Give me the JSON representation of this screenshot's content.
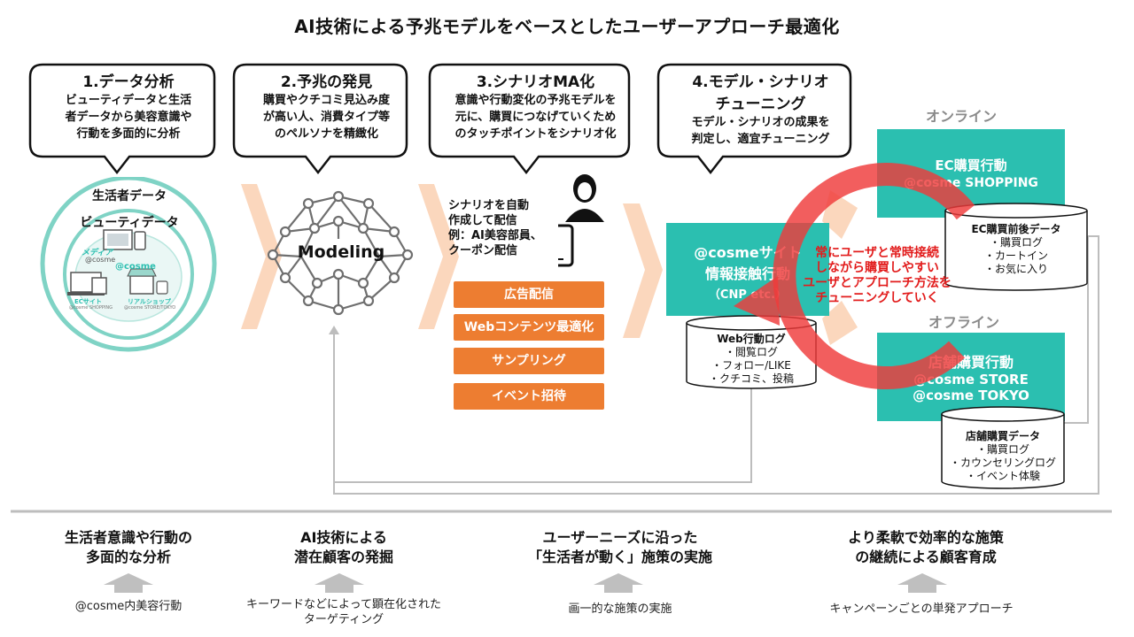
{
  "title": "AI技術による予兆モデルをベースとしたユーザーアプローチ最適化",
  "steps": [
    {
      "heading": "1.データ分析",
      "desc": [
        "ビューティデータと生活",
        "者データから美容意識や",
        "行動を多面的に分析"
      ]
    },
    {
      "heading": "2.予兆の発見",
      "desc": [
        "購買やクチコミ見込み度",
        "が高い人、消費タイプ等",
        "のペルソナを精緻化"
      ]
    },
    {
      "heading": "3.シナリオMA化",
      "desc": [
        "意識や行動変化の予兆モデルを",
        "元に、購買につなげていくため",
        "のタッチポイントをシナリオ化"
      ]
    },
    {
      "heading": "4.モデル・シナリオ",
      "heading2": "チューニング",
      "desc": [
        "モデル・シナリオの成果を",
        "判定し、適宜チューニング"
      ]
    }
  ],
  "data_circle": {
    "outer_label": "生活者データ",
    "inner_label": "ビューティデータ",
    "media_label": "メディア",
    "cosme_label1": "@cosme",
    "cosme_label2": "@cosme",
    "ec_label": "ECサイト",
    "ec_sub": "@cosme SHOPPING",
    "real_label": "リアルショップ",
    "real_sub": "@cosme STORE/TOKYO"
  },
  "modeling_label": "Modeling",
  "scenario": {
    "text": [
      "シナリオを自動",
      "作成して配信",
      "例：AI美容部員、",
      "クーポン配信"
    ],
    "buttons": [
      "広告配信",
      "Webコンテンツ最適化",
      "サンプリング",
      "イベント招待"
    ]
  },
  "online_label": "オンライン",
  "offline_label": "オフライン",
  "ec_box": {
    "title": "EC購買行動",
    "sub": "@cosme SHOPPING"
  },
  "site_box": {
    "title": "@cosmeサイト",
    "title2": "情報接触行動",
    "sub": "（CNP etc.）"
  },
  "store_box": {
    "title": "店舗購買行動",
    "sub1": "@cosme STORE",
    "sub2": "@cosme TOKYO"
  },
  "ec_db": {
    "title": "EC購買前後データ",
    "items": [
      "・購買ログ",
      "・カートイン",
      "・お気に入り"
    ]
  },
  "web_db": {
    "title": "Web行動ログ",
    "items": [
      "・閲覧ログ",
      "・フォロー/LIKE",
      "・クチコミ、投稿"
    ]
  },
  "store_db": {
    "title": "店舗購買データ",
    "items": [
      "・購買ログ",
      "・カウンセリングログ",
      "・イベント体験"
    ]
  },
  "center_message": [
    "常にユーザと常時接続",
    "しながら購買しやすい",
    "ユーザとアプローチ方法を",
    "チューニングしていく"
  ],
  "bottom": [
    {
      "heading": [
        "生活者意識や行動の",
        "多面的な分析"
      ],
      "before": [
        "@cosme内美容行動"
      ]
    },
    {
      "heading": [
        "AI技術による",
        "潜在顧客の発掘"
      ],
      "before": [
        "キーワードなどによって顕在化された",
        "ターゲティング"
      ]
    },
    {
      "heading": [
        "ユーザーニーズに沿った",
        "「生活者が動く」施策の実施"
      ],
      "before": [
        "画一的な施策の実施"
      ]
    },
    {
      "heading": [
        "より柔軟で効率的な施策",
        "の継続による顧客育成"
      ],
      "before": [
        "キャンペーンごとの単発アプローチ"
      ]
    }
  ],
  "colors": {
    "teal": "#2bbfb0",
    "orange": "#ed7d31",
    "peach": "#fbd7bd",
    "red": "#ef3b3b",
    "mint": "#7fd3c5"
  }
}
